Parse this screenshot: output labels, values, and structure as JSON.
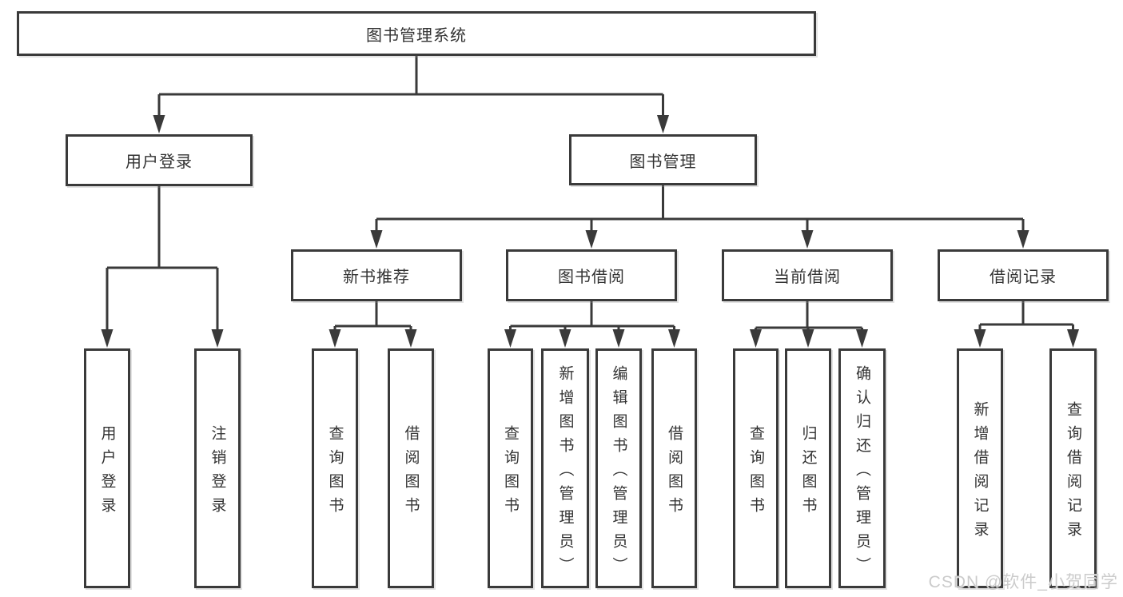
{
  "colors": {
    "line": "#3a3a3a",
    "box_border": "#3a3a3a",
    "text": "#333333",
    "background": "#ffffff",
    "watermark_text": "#cbcbcb"
  },
  "watermark": {
    "text": "CSDN @软件_小贺同学"
  },
  "diagram": {
    "title": "图书管理系统",
    "nodes": [
      {
        "id": "root",
        "label": "图书管理系统",
        "orientation": "horizontal"
      },
      {
        "id": "user-login",
        "label": "用户登录",
        "orientation": "horizontal"
      },
      {
        "id": "book-mgmt",
        "label": "图书管理",
        "orientation": "horizontal"
      },
      {
        "id": "new-book-rec",
        "label": "新书推荐",
        "orientation": "horizontal"
      },
      {
        "id": "book-borrow",
        "label": "图书借阅",
        "orientation": "horizontal"
      },
      {
        "id": "current-borrow",
        "label": "当前借阅",
        "orientation": "horizontal"
      },
      {
        "id": "borrow-records",
        "label": "借阅记录",
        "orientation": "horizontal"
      },
      {
        "id": "login",
        "label": "用户登录",
        "orientation": "vertical"
      },
      {
        "id": "logout",
        "label": "注销登录",
        "orientation": "vertical"
      },
      {
        "id": "query-books-rec",
        "label": "查询图书",
        "orientation": "vertical"
      },
      {
        "id": "borrow-books-rec",
        "label": "借阅图书",
        "orientation": "vertical"
      },
      {
        "id": "query-books-borrow",
        "label": "查询图书",
        "orientation": "vertical"
      },
      {
        "id": "add-books-admin",
        "label": "新增图书（管理员）",
        "orientation": "vertical"
      },
      {
        "id": "edit-books-admin",
        "label": "编辑图书（管理员）",
        "orientation": "vertical"
      },
      {
        "id": "borrow-books",
        "label": "借阅图书",
        "orientation": "vertical"
      },
      {
        "id": "query-books-current",
        "label": "查询图书",
        "orientation": "vertical"
      },
      {
        "id": "return-books",
        "label": "归还图书",
        "orientation": "vertical"
      },
      {
        "id": "confirm-return-admin",
        "label": "确认归还（管理员）",
        "orientation": "vertical"
      },
      {
        "id": "add-borrow-record",
        "label": "新增借阅记录",
        "orientation": "vertical"
      },
      {
        "id": "query-borrow-record",
        "label": "查询借阅记录",
        "orientation": "vertical"
      }
    ],
    "edges": [
      {
        "parent": "root",
        "children": [
          "user-login",
          "book-mgmt"
        ]
      },
      {
        "parent": "user-login",
        "children": [
          "login",
          "logout"
        ]
      },
      {
        "parent": "book-mgmt",
        "children": [
          "new-book-rec",
          "book-borrow",
          "current-borrow",
          "borrow-records"
        ]
      },
      {
        "parent": "new-book-rec",
        "children": [
          "query-books-rec",
          "borrow-books-rec"
        ]
      },
      {
        "parent": "book-borrow",
        "children": [
          "query-books-borrow",
          "add-books-admin",
          "edit-books-admin",
          "borrow-books"
        ]
      },
      {
        "parent": "current-borrow",
        "children": [
          "query-books-current",
          "return-books",
          "confirm-return-admin"
        ]
      },
      {
        "parent": "borrow-records",
        "children": [
          "add-borrow-record",
          "query-borrow-record"
        ]
      }
    ]
  }
}
